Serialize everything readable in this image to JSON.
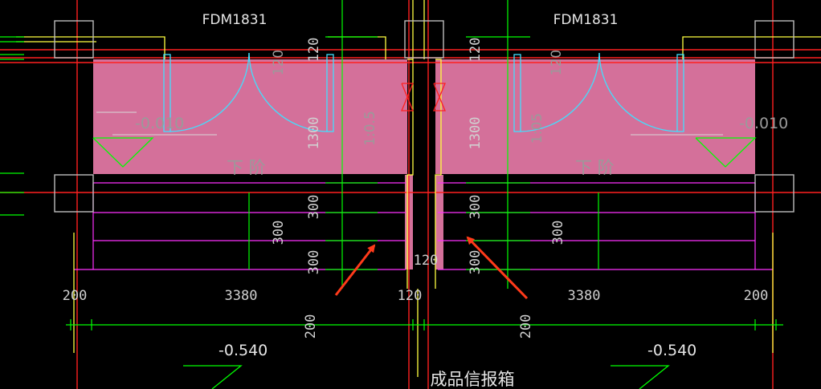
{
  "door_labels": [
    "FDM1831",
    "FDM1831"
  ],
  "elevations": {
    "inner_left": "-0.010",
    "inner_right": "-0.010",
    "outer_left": "-0.540",
    "outer_right": "-0.540"
  },
  "step_labels": [
    "下 阶",
    "下 阶"
  ],
  "mailbox_label": "成品信报箱",
  "horizontal_dims": {
    "left_wall": "200",
    "left_span": "3380",
    "center": "120",
    "right_span": "3380",
    "right_wall": "200"
  },
  "vertical_dims": {
    "left": [
      "120",
      "1300",
      "300",
      "300",
      "200"
    ],
    "left_step": "300",
    "left_slope": "1:0.5",
    "center_small": "120",
    "right": [
      "120",
      "1300",
      "300",
      "300",
      "200"
    ],
    "right_step": "300",
    "right_slope": "1:05"
  },
  "colors": {
    "background": "#000000",
    "floor_fill": "#d4709a",
    "green": "#00ff00",
    "red": "#ff2020",
    "yellow": "#ffff40",
    "cyan": "#40e0ff",
    "magenta": "#ff30ff",
    "grey": "#bdbdbd",
    "arrow": "#ff3a1a"
  }
}
